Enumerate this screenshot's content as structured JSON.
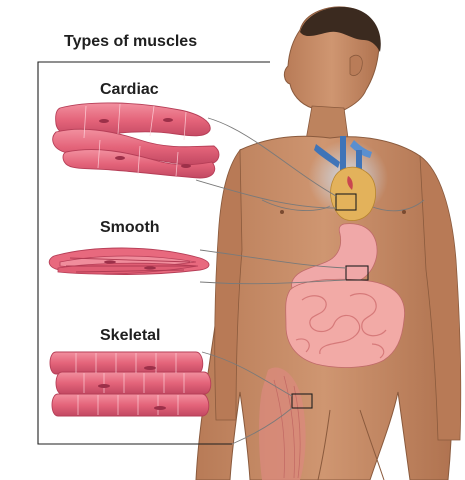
{
  "figure": {
    "title": "Types of muscles",
    "labels": {
      "cardiac": "Cardiac",
      "smooth": "Smooth",
      "skeletal": "Skeletal"
    }
  },
  "colors": {
    "skin": "#c58c66",
    "skin_shadow": "#a86f4d",
    "hair": "#3b2a1f",
    "muscle": "#e86a7e",
    "muscle_dark": "#b63e57",
    "muscle_light": "#f6a7b3",
    "heart": "#e3b25b",
    "vessel_blue": "#3f74b8",
    "vessel_light": "#8fb8e0",
    "stomach": "#f0a8a8",
    "intestine": "#f1a3a0",
    "frame": "#1f1f1f"
  },
  "icons": {
    "cardiac": "cardiac-muscle-fibers-icon",
    "smooth": "smooth-muscle-fibers-icon",
    "skeletal": "skeletal-muscle-fibers-icon",
    "body": "human-torso-illustration"
  }
}
